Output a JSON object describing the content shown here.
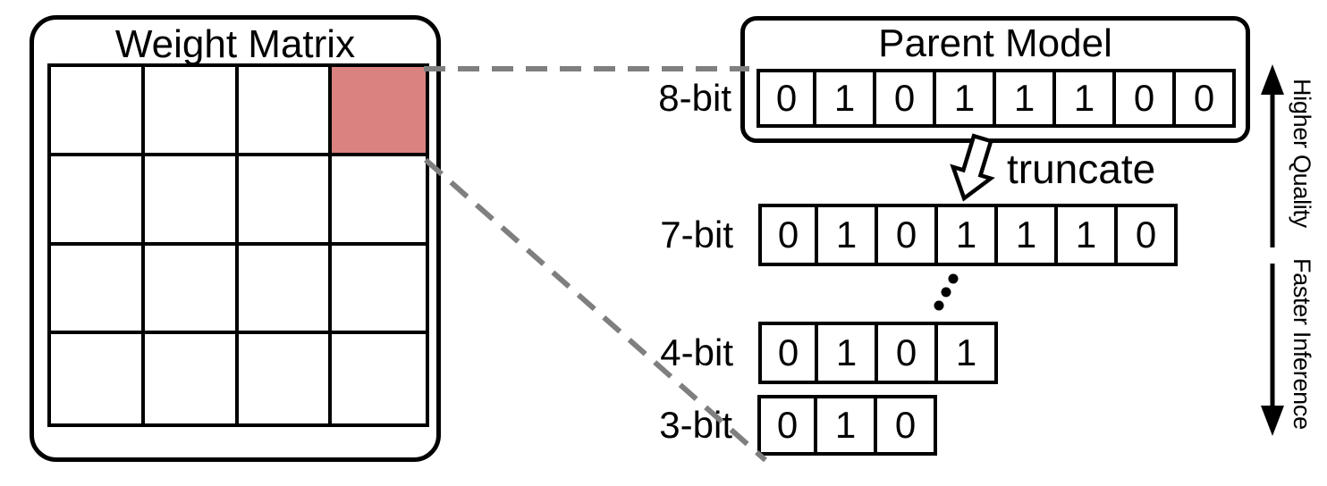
{
  "colors": {
    "background": "#FFFFFF",
    "highlight": "#D98280",
    "connector_gray": "#7F7F7F",
    "line_black": "#000000"
  },
  "weight_matrix": {
    "title": "Weight Matrix",
    "rows": 4,
    "cols": 4,
    "highlighted_cell": {
      "row": 0,
      "col": 3
    }
  },
  "parent_model": {
    "title": "Parent Model"
  },
  "truncate": {
    "label": "truncate"
  },
  "bit_rows": [
    {
      "label": "8-bit",
      "bits": [
        "0",
        "1",
        "0",
        "1",
        "1",
        "1",
        "0",
        "0"
      ]
    },
    {
      "label": "7-bit",
      "bits": [
        "0",
        "1",
        "0",
        "1",
        "1",
        "1",
        "0"
      ]
    },
    {
      "label": "4-bit",
      "bits": [
        "0",
        "1",
        "0",
        "1"
      ]
    },
    {
      "label": "3-bit",
      "bits": [
        "0",
        "1",
        "0"
      ]
    }
  ],
  "ellipsis": "⋰",
  "axis": {
    "top_label": "Higher Quality",
    "bottom_label": "Faster Inference"
  }
}
